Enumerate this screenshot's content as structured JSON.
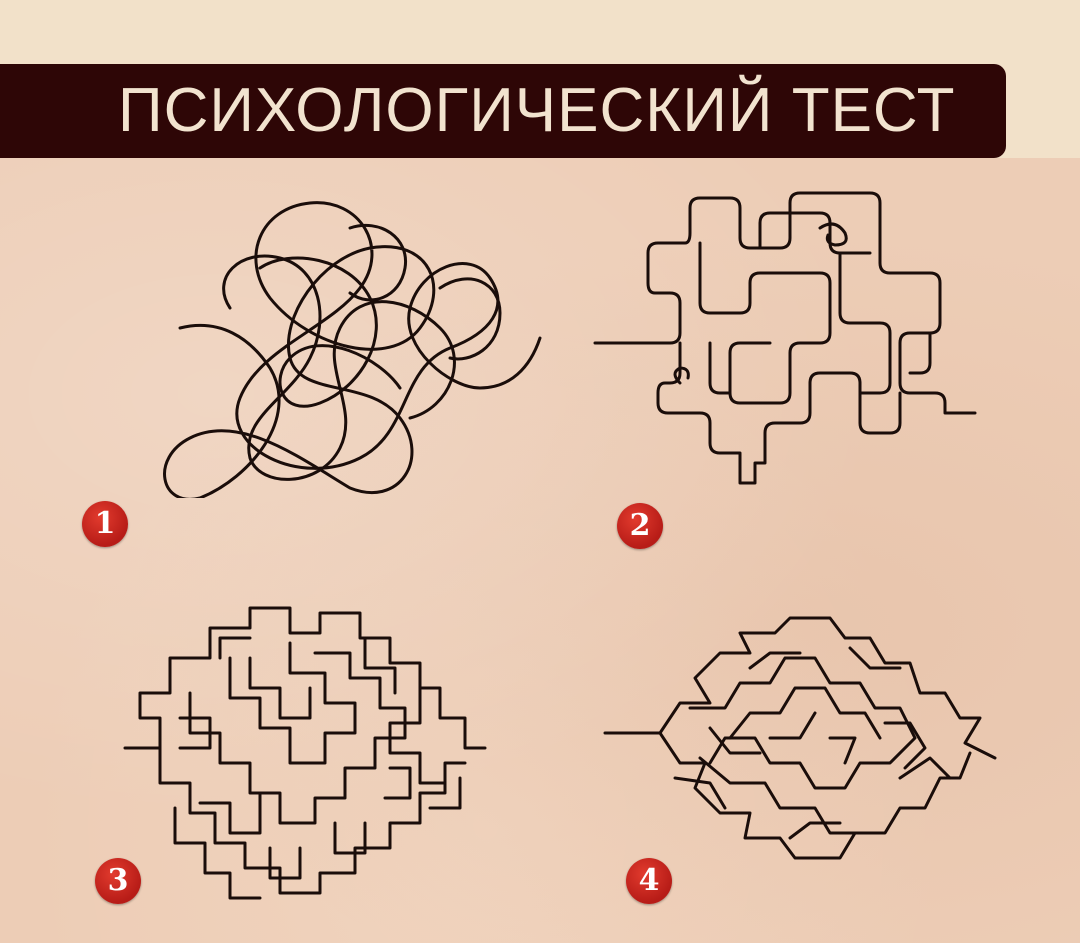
{
  "header": {
    "title": "ПСИХОЛОГИЧЕСКИЙ ТЕСТ"
  },
  "options": [
    {
      "number": "1",
      "icon": "tangled-loops-scribble"
    },
    {
      "number": "2",
      "icon": "rounded-square-maze-scribble"
    },
    {
      "number": "3",
      "icon": "circular-right-angle-maze-scribble"
    },
    {
      "number": "4",
      "icon": "hexagonal-angular-maze-scribble"
    }
  ],
  "colors": {
    "title_bar": "#2e0606",
    "title_text": "#f2e3cf",
    "background": "#edcdb6",
    "badge": "#c4221b",
    "line": "#1a0d0a"
  }
}
